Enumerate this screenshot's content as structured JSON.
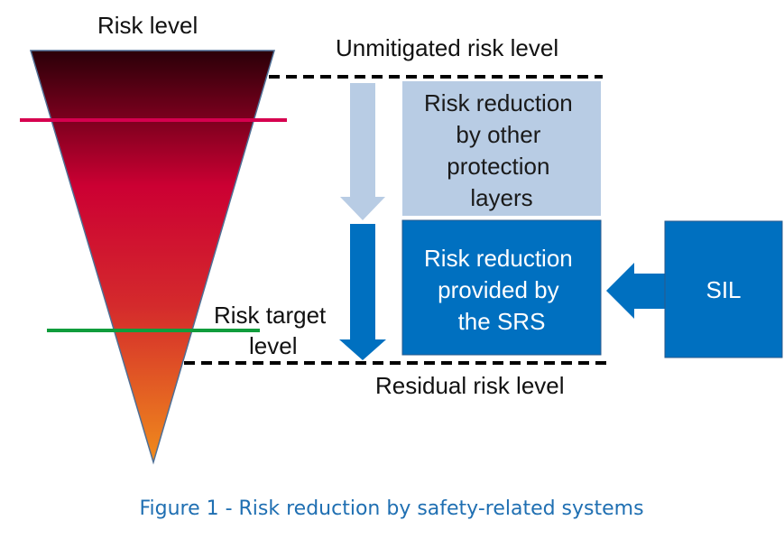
{
  "labels": {
    "risk_level": "Risk level",
    "unmitigated": "Unmitigated risk level",
    "risk_target_line1": "Risk target",
    "risk_target_line2": "level",
    "residual": "Residual risk level"
  },
  "boxes": {
    "other_layers": {
      "lines": [
        "Risk reduction",
        "by other",
        "protection",
        "layers"
      ]
    },
    "srs": {
      "lines": [
        "Risk reduction",
        "provided by",
        "the SRS"
      ]
    },
    "sil": {
      "label": "SIL"
    }
  },
  "caption": "Figure 1 - Risk reduction by safety-related systems",
  "colors": {
    "light_blue": "#b8cce4",
    "dark_blue": "#0070c0",
    "caption_blue": "#1f6fb2",
    "pink_line": "#d6004f",
    "green_line": "#109d3c",
    "triangle_top": "#2a0008",
    "triangle_mid": "#cc0033",
    "triangle_bottom": "#f08c1c"
  }
}
